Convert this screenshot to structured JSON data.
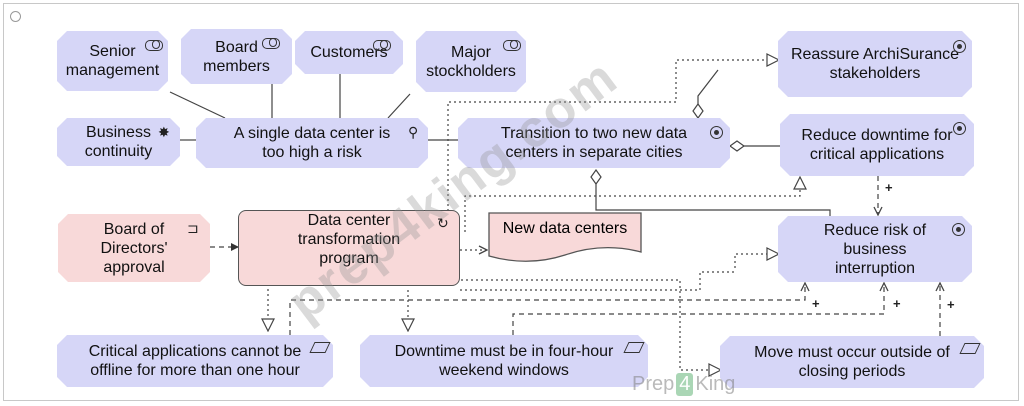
{
  "nodes": {
    "senior_management": "Senior\nmanagement",
    "board_members": "Board\nmembers",
    "customers": "Customers",
    "major_stockholders": "Major\nstockholders",
    "business_continuity": "Business\ncontinuity",
    "single_dc_risk": "A single data center is\ntoo high a risk",
    "transition": "Transition to two new data\ncenters in separate cities",
    "reassure": "Reassure ArchiSurance\nstakeholders",
    "reduce_downtime": "Reduce downtime for\ncritical applications",
    "board_approval": "Board of\nDirectors'\napproval",
    "dc_program": "Data center\ntransformation\nprogram",
    "new_dcs": "New data centers",
    "reduce_risk": "Reduce risk of\nbusiness\ninterruption",
    "critical_apps": "Critical applications cannot be\noffline for more than one hour",
    "downtime_windows": "Downtime must be in four-hour\nweekend windows",
    "move_closing": "Move must occur outside of\nclosing periods"
  },
  "influence_labels": [
    "+",
    "+",
    "+",
    "+"
  ],
  "watermark": "prep4king.com",
  "brand": {
    "left": "Prep",
    "num": "4",
    "right": "King"
  },
  "colors": {
    "motivation": "#d6d6f7",
    "business": "#f8d9d9",
    "line": "#444444"
  },
  "icons": [
    "stakeholder-icon",
    "driver-icon",
    "assessment-icon",
    "goal-icon",
    "requirement-icon",
    "event-icon",
    "work-package-icon"
  ]
}
